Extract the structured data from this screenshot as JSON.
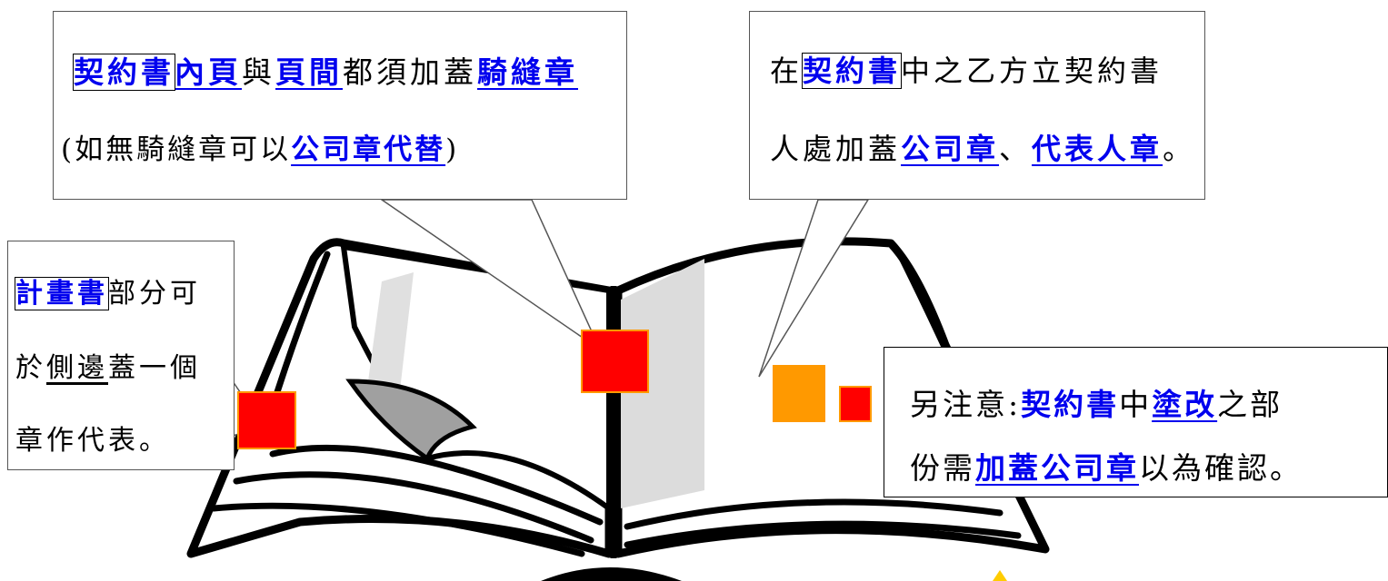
{
  "callout_top_left": {
    "line1": [
      {
        "text": "契約書",
        "style": "kw boxed"
      },
      {
        "text": "內頁",
        "style": "kw u"
      },
      {
        "text": "與",
        "style": ""
      },
      {
        "text": "頁間",
        "style": "kw u"
      },
      {
        "text": "都須加蓋",
        "style": ""
      },
      {
        "text": "騎縫章",
        "style": "kw u"
      }
    ],
    "line2": [
      {
        "text": "(如無騎縫章可以",
        "style": ""
      },
      {
        "text": "公司章代替",
        "style": "kw u"
      },
      {
        "text": ")",
        "style": ""
      }
    ]
  },
  "callout_top_right": {
    "line1": [
      {
        "text": "在",
        "style": ""
      },
      {
        "text": "契約書",
        "style": "kw boxed"
      },
      {
        "text": "中之乙方立契約書",
        "style": ""
      }
    ],
    "line2": [
      {
        "text": "人處加蓋",
        "style": ""
      },
      {
        "text": "公司章",
        "style": "kw u"
      },
      {
        "text": "、",
        "style": ""
      },
      {
        "text": "代表人章",
        "style": "kw u"
      },
      {
        "text": "。",
        "style": ""
      }
    ]
  },
  "callout_left": {
    "line1": [
      {
        "text": "計畫書",
        "style": "kw boxed"
      },
      {
        "text": "部分可",
        "style": ""
      }
    ],
    "line2": [
      {
        "text": "於",
        "style": ""
      },
      {
        "text": "側邊",
        "style": "plain-u"
      },
      {
        "text": "蓋一個",
        "style": ""
      }
    ],
    "line3": [
      {
        "text": "章作代表。",
        "style": ""
      }
    ]
  },
  "callout_bottom_right": {
    "line1": [
      {
        "text": "另注意:",
        "style": ""
      },
      {
        "text": "契約書",
        "style": "kw"
      },
      {
        "text": "中",
        "style": ""
      },
      {
        "text": "塗改",
        "style": "kw u"
      },
      {
        "text": "之部",
        "style": ""
      }
    ],
    "line2": [
      {
        "text": "份需",
        "style": ""
      },
      {
        "text": "加蓋公司章",
        "style": "kw u"
      },
      {
        "text": "以為確認。",
        "style": ""
      }
    ]
  },
  "colors": {
    "keyword": "#0000ee",
    "stamp_red": "#ff0000",
    "stamp_orange": "#ff9900",
    "accent_yellow": "#ffcc00"
  }
}
